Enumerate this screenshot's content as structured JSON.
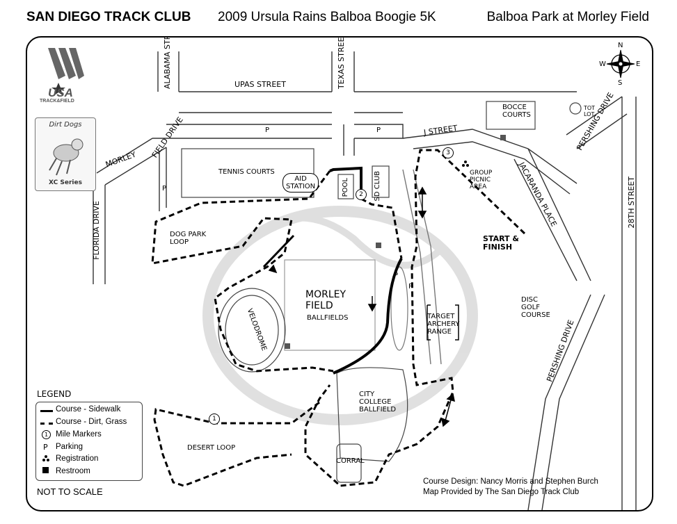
{
  "header": {
    "club": "SAN DIEGO TRACK CLUB",
    "event": "2009 Ursula Rains Balboa Boogie 5K",
    "venue": "Balboa Park at Morley Field"
  },
  "logos": {
    "usatf_text": "USA",
    "usatf_sub": "TRACK&FIELD",
    "dirtdogs_top": "Dirt Dogs",
    "dirtdogs_bottom": "XC Series"
  },
  "compass": {
    "n": "N",
    "s": "S",
    "e": "E",
    "w": "W"
  },
  "streets": {
    "upas": "UPAS STREET",
    "alabama": "ALABAMA STREET",
    "texas": "TEXAS STREET",
    "morley_field_drive": "MORLEY",
    "field_drive": "FIELD DRIVE",
    "florida_drive": "FLORIDA DRIVE",
    "j_street": "J STREET",
    "jacaranda": "JACARANDA PLACE",
    "pershing_top": "PERSHING DRIVE",
    "pershing_bottom": "PERSHING DRIVE",
    "twenty_eighth": "28TH STREET"
  },
  "places": {
    "tennis": "TENNIS COURTS",
    "aid_station": "AID\nSTATION",
    "pool": "POOL",
    "sd_club": "SD\nCLUB",
    "bocce": "BOCCE\nCOURTS",
    "tot_lot": "TOT\nLOT",
    "group_picnic": "GROUP\nPICNIC\nAREA",
    "start_finish": "START &\nFINISH",
    "dog_park": "DOG PARK\nLOOP",
    "morley_field": "MORLEY\nFIELD",
    "ballfields": "BALLFIELDS",
    "velodrome": "VELODROME",
    "target_archery": "TARGET\nARCHERY\nRANGE",
    "disc_golf": "DISC\nGOLF\nCOURSE",
    "city_college": "CITY\nCOLLEGE\nBALLFIELD",
    "desert_loop": "DESERT LOOP",
    "corral": "CORRAL"
  },
  "parking_label": "P",
  "mile_markers": [
    "1",
    "2",
    "3"
  ],
  "legend": {
    "title": "LEGEND",
    "items": [
      {
        "symbol": "solid",
        "label": "Course - Sidewalk"
      },
      {
        "symbol": "dashed",
        "label": "Course - Dirt, Grass"
      },
      {
        "symbol": "circle-1",
        "label": "Mile Markers"
      },
      {
        "symbol": "P",
        "label": "Parking"
      },
      {
        "symbol": "dots",
        "label": "Registration"
      },
      {
        "symbol": "square",
        "label": "Restroom"
      }
    ]
  },
  "not_to_scale": "NOT TO SCALE",
  "credits": {
    "design": "Course Design: Nancy Morris and Stephen Burch",
    "provided": "Map Provided by The San Diego Track Club"
  }
}
